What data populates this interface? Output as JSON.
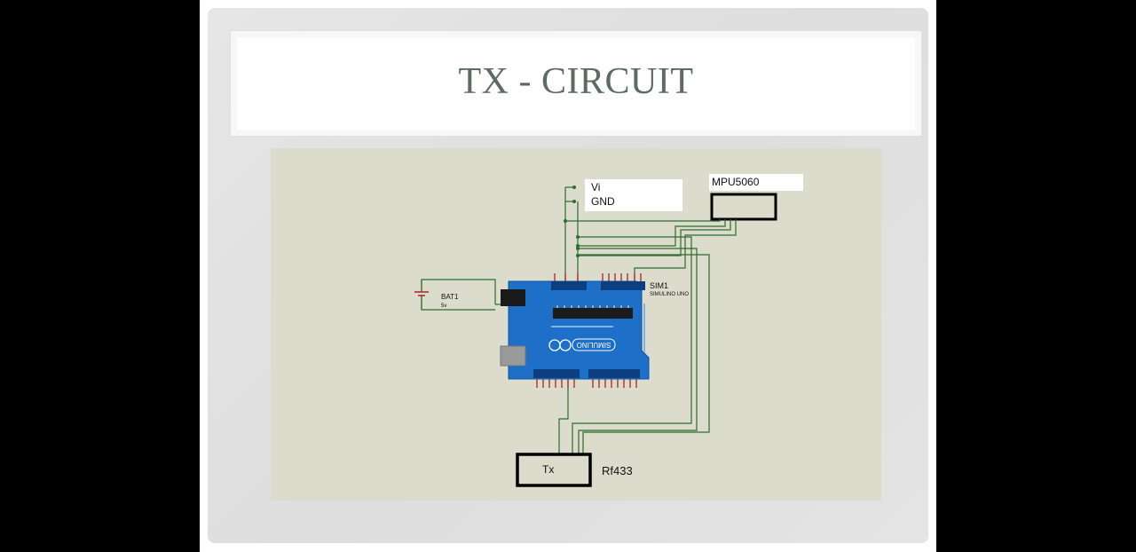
{
  "slide": {
    "title": "TX - CIRCUIT"
  },
  "schematic": {
    "labels": {
      "vi": "Vi",
      "gnd": "GND",
      "mpu": "MPU5060",
      "battery_ref": "BAT1",
      "battery_value": "5v",
      "board_ref": "SIM1",
      "board_name": "SIMULINO UNO",
      "board_logo": "SIMULINO",
      "tx_module": "Tx",
      "rf_module": "Rf433"
    }
  },
  "colors": {
    "wire": "#2e6b2e",
    "board": "#1e6fc8",
    "board_dark": "#0d4f9e",
    "pin": "#b22222",
    "module_border": "#000000"
  }
}
